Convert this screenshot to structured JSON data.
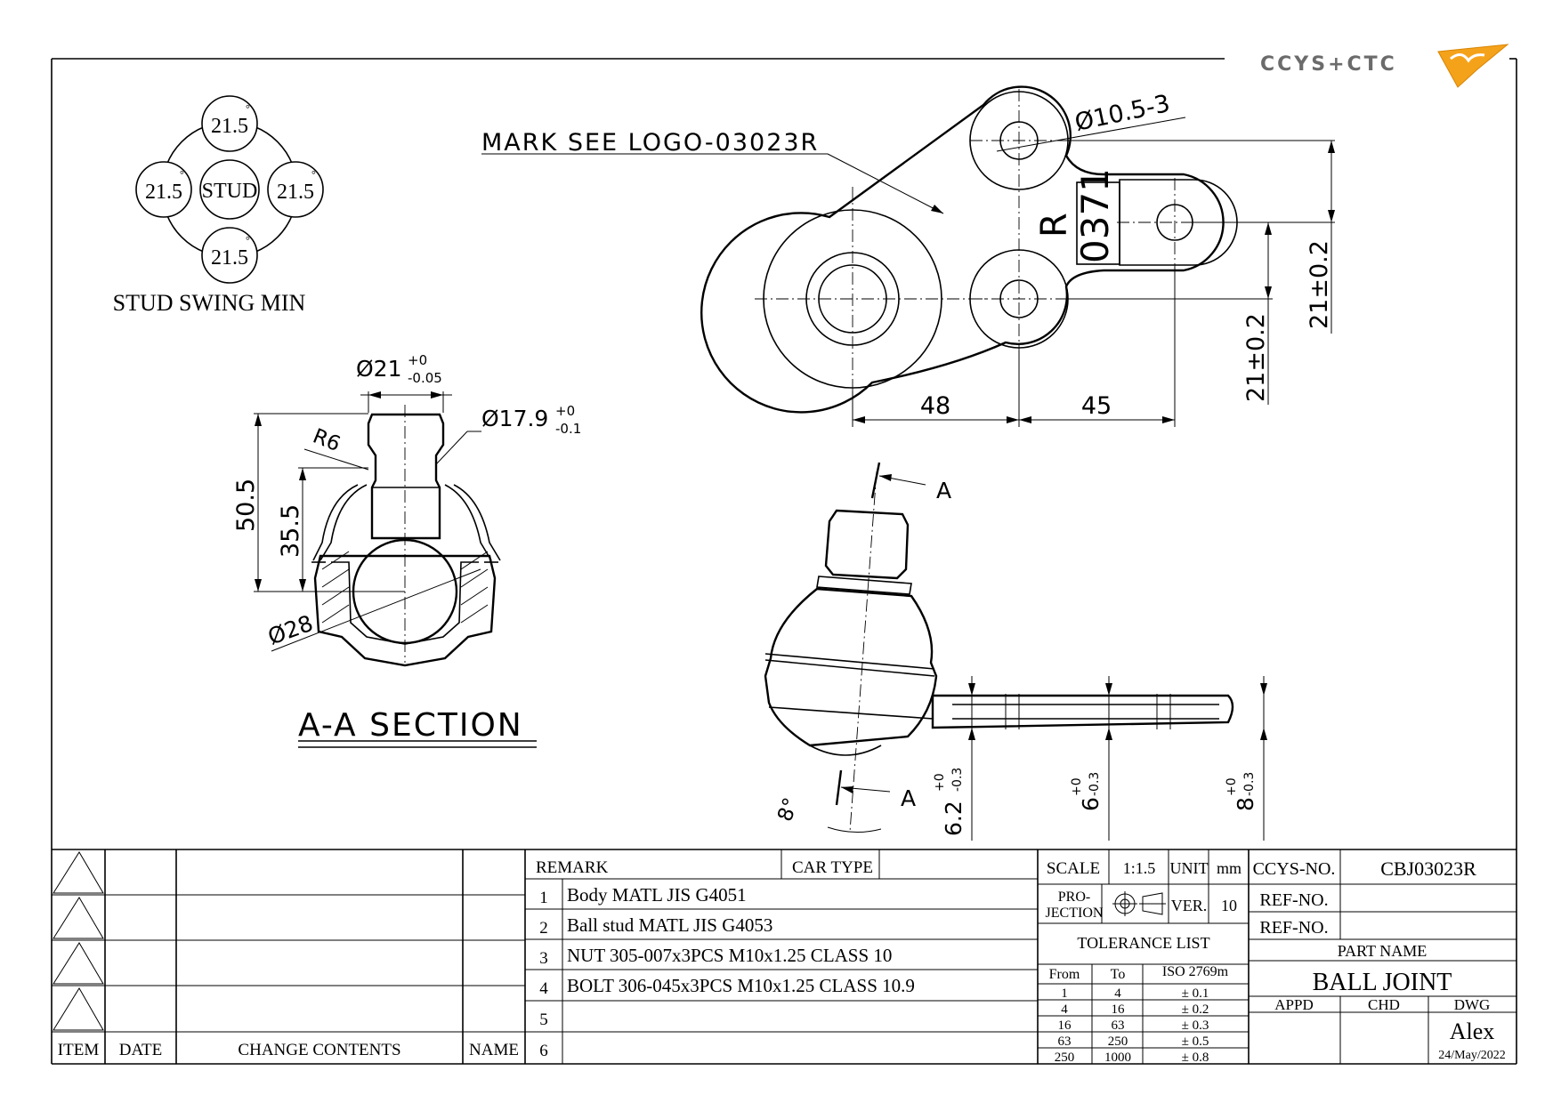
{
  "logo": {
    "text": "CCYS+CTC"
  },
  "stud_swing": {
    "center_label": "STUD",
    "angles": [
      "21.5",
      "21.5",
      "21.5",
      "21.5"
    ],
    "degree_mark": "°",
    "caption": "STUD SWING MIN"
  },
  "top_view": {
    "mark_note": "MARK SEE LOGO-03023R",
    "hole_dim": "Ø10.5-3",
    "mark_letter": "R",
    "mark_number": "0371",
    "dim_48": "48",
    "dim_45": "45",
    "dim_21_left": "21±0.2",
    "dim_21_right": "21±0.2"
  },
  "section_view": {
    "dim_d21": "Ø21",
    "dim_d21_tol_upper": "+0",
    "dim_d21_tol_lower": "-0.05",
    "dim_d179": "Ø17.9",
    "dim_d179_tol_upper": "+0",
    "dim_d179_tol_lower": "-0.1",
    "dim_r6": "R6",
    "dim_505": "50.5",
    "dim_355": "35.5",
    "dim_d28": "Ø28",
    "title": "A-A SECTION"
  },
  "side_view": {
    "section_mark": "A",
    "angle": "8°",
    "dim_62": "6.2",
    "dim_62_tol": [
      "+0",
      "-0.3"
    ],
    "dim_6": "6",
    "dim_6_tol": [
      "+0",
      "-0.3"
    ],
    "dim_8": "8",
    "dim_8_tol": [
      "+0",
      "-0.3"
    ]
  },
  "revision_table": {
    "headers": {
      "item": "ITEM",
      "date": "DATE",
      "change": "CHANGE CONTENTS",
      "name": "NAME"
    }
  },
  "remarks": {
    "header": "REMARK",
    "car_type_label": "CAR TYPE",
    "rows": [
      {
        "no": "1",
        "text": "Body MATL JIS G4051"
      },
      {
        "no": "2",
        "text": "Ball stud MATL JIS G4053"
      },
      {
        "no": "3",
        "text": "NUT 305-007x3PCS M10x1.25 CLASS 10"
      },
      {
        "no": "4",
        "text": "BOLT 306-045x3PCS M10x1.25 CLASS 10.9"
      },
      {
        "no": "5",
        "text": ""
      },
      {
        "no": "6",
        "text": ""
      }
    ]
  },
  "title_block": {
    "scale_label": "SCALE",
    "scale": "1:1.5",
    "unit_label": "UNIT",
    "unit": "mm",
    "projection_label_1": "PRO-",
    "projection_label_2": "JECTION",
    "ver_label": "VER.",
    "ver": "10",
    "tolerance_title": "TOLERANCE LIST",
    "tolerance_headers": [
      "From",
      "To",
      "ISO 2769m"
    ],
    "tolerance_rows": [
      [
        "1",
        "4",
        "± 0.1"
      ],
      [
        "4",
        "16",
        "± 0.2"
      ],
      [
        "16",
        "63",
        "± 0.3"
      ],
      [
        "63",
        "250",
        "± 0.5"
      ],
      [
        "250",
        "1000",
        "± 0.8"
      ]
    ],
    "ccys_no_label": "CCYS-NO.",
    "ccys_no": "CBJ03023R",
    "ref_no_label_1": "REF-NO.",
    "ref_no_label_2": "REF-NO.",
    "part_name_label": "PART NAME",
    "part_name": "BALL JOINT",
    "appd_label": "APPD",
    "chd_label": "CHD",
    "dwg_label": "DWG",
    "dwg_name": "Alex",
    "date": "24/May/2022"
  },
  "colors": {
    "line": "#000000",
    "logo_grey": "#6b6b6b",
    "logo_orange": "#f5a21b"
  }
}
